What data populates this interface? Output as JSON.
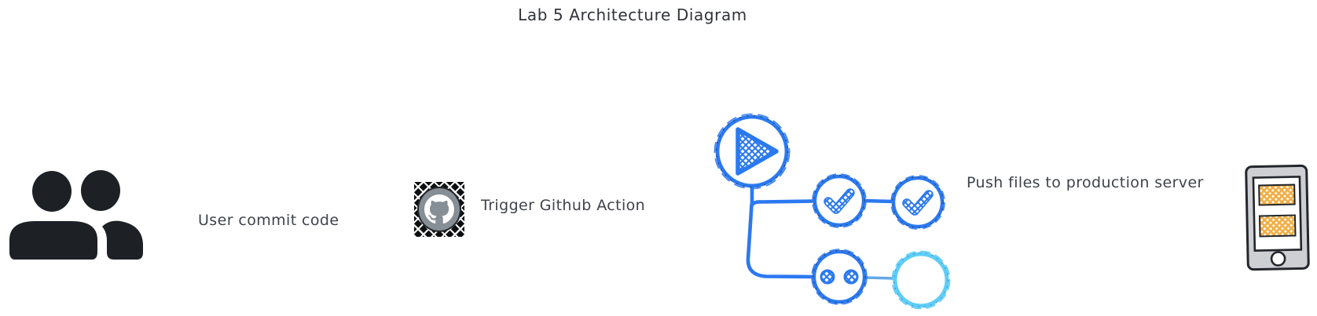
{
  "title": {
    "text": "Lab 5 Architecture Diagram"
  },
  "labels": {
    "user_commit": "User commit code",
    "trigger_action": "Trigger Github Action",
    "push_files": "Push files to production server"
  },
  "icons": {
    "left_actor": "users-icon",
    "repo": "github-octocat-icon",
    "workflow_start": "play-icon",
    "job_success": "check-icon",
    "job_running": "dots-icon",
    "job_queued": "empty-circle-icon",
    "target": "tablet-server-icon"
  },
  "colors": {
    "ink": "#1d2126",
    "label_text": "#3f434a",
    "title_text": "#303338",
    "workflow_blue": "#2b79f0",
    "workflow_sketch_navy": "#233a66",
    "queued_light_blue": "#5ecdf7",
    "github_circle_gray": "#868e96",
    "github_square_black": "#0d0e10",
    "github_lattice_white": "#ffffff",
    "device_body_gray": "#cdcfd2",
    "device_bar_orange": "#f2ae44",
    "background": "#ffffff"
  },
  "workflow": {
    "nodes": [
      {
        "id": "start",
        "type": "play",
        "status": "start"
      },
      {
        "id": "job1",
        "type": "check",
        "status": "success"
      },
      {
        "id": "job2",
        "type": "check",
        "status": "success"
      },
      {
        "id": "job3",
        "type": "dots",
        "status": "running"
      },
      {
        "id": "job4",
        "type": "empty",
        "status": "queued"
      }
    ],
    "edges": [
      {
        "from": "start",
        "to": "job1"
      },
      {
        "from": "start",
        "to": "job3"
      },
      {
        "from": "job1",
        "to": "job2"
      },
      {
        "from": "job3",
        "to": "job4"
      }
    ]
  }
}
